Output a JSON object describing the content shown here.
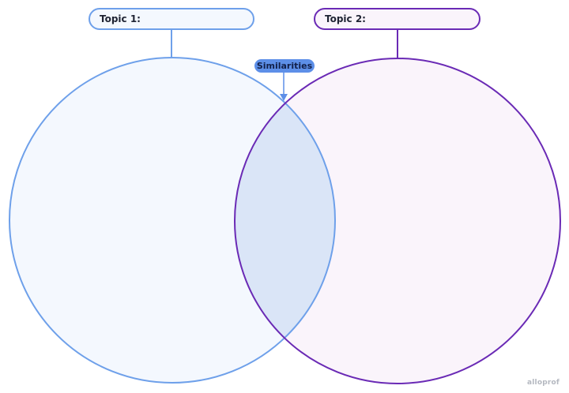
{
  "topic1": {
    "label": "Topic 1:",
    "value": ""
  },
  "topic2": {
    "label": "Topic 2:",
    "value": ""
  },
  "similarities": {
    "label": "Similarities"
  },
  "brand": {
    "text": "alloprof"
  },
  "colors": {
    "circle1_stroke": "#6ea0ea",
    "circle1_fill": "#f4f8fe",
    "circle2_stroke": "#6a2ab5",
    "circle2_fill": "#faf4fb",
    "overlap_fill": "#dae5f7",
    "badge_fill": "#5d8fe8",
    "arrow": "#5d8fe8"
  }
}
